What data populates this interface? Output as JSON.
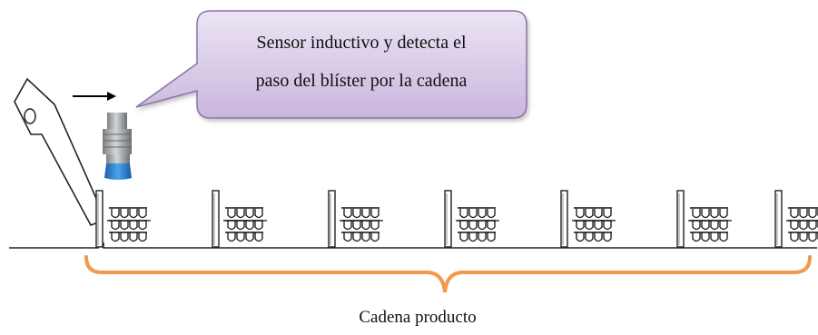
{
  "callout": {
    "line1": "Sensor inductivo y detecta el",
    "line2": "paso del blíster por la cadena"
  },
  "chain_label": "Cadena producto",
  "colors": {
    "callout_fill_top": "#ece4f4",
    "callout_fill_bottom": "#c9b6dd",
    "callout_stroke": "#8d73a9",
    "bracket": "#f39a4a",
    "sensor_body": "#a8abae",
    "sensor_cap": "#2f86d6",
    "line": "#222222"
  },
  "icons": {
    "sensor": "inductive-proximity-sensor-icon",
    "arrow": "right-arrow-icon",
    "lever": "pivot-lever-icon",
    "blister": "blister-pack-icon"
  }
}
